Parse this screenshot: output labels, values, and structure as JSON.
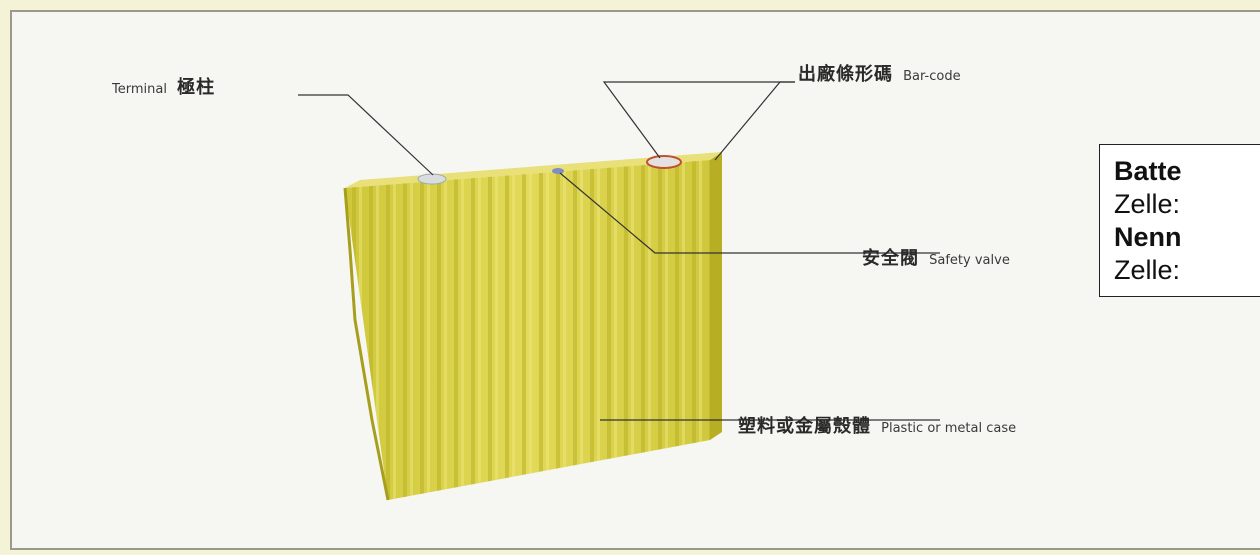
{
  "labels": {
    "terminal_en": "Terminal",
    "terminal_zh": "極柱",
    "barcode_zh": "出廠條形碼",
    "barcode_en": "Bar-code",
    "valve_zh": "安全閥",
    "valve_en": "Safety valve",
    "case_zh": "塑料或金屬殼體",
    "case_en": "Plastic or metal case"
  },
  "infobox": {
    "line1": "Batte",
    "line2": "Zelle:",
    "line3": "Nenn",
    "line4": "Zelle:"
  },
  "colors": {
    "cell_body": "#dcd44a",
    "cell_side": "#c3b92a",
    "leader_line": "#333333"
  }
}
